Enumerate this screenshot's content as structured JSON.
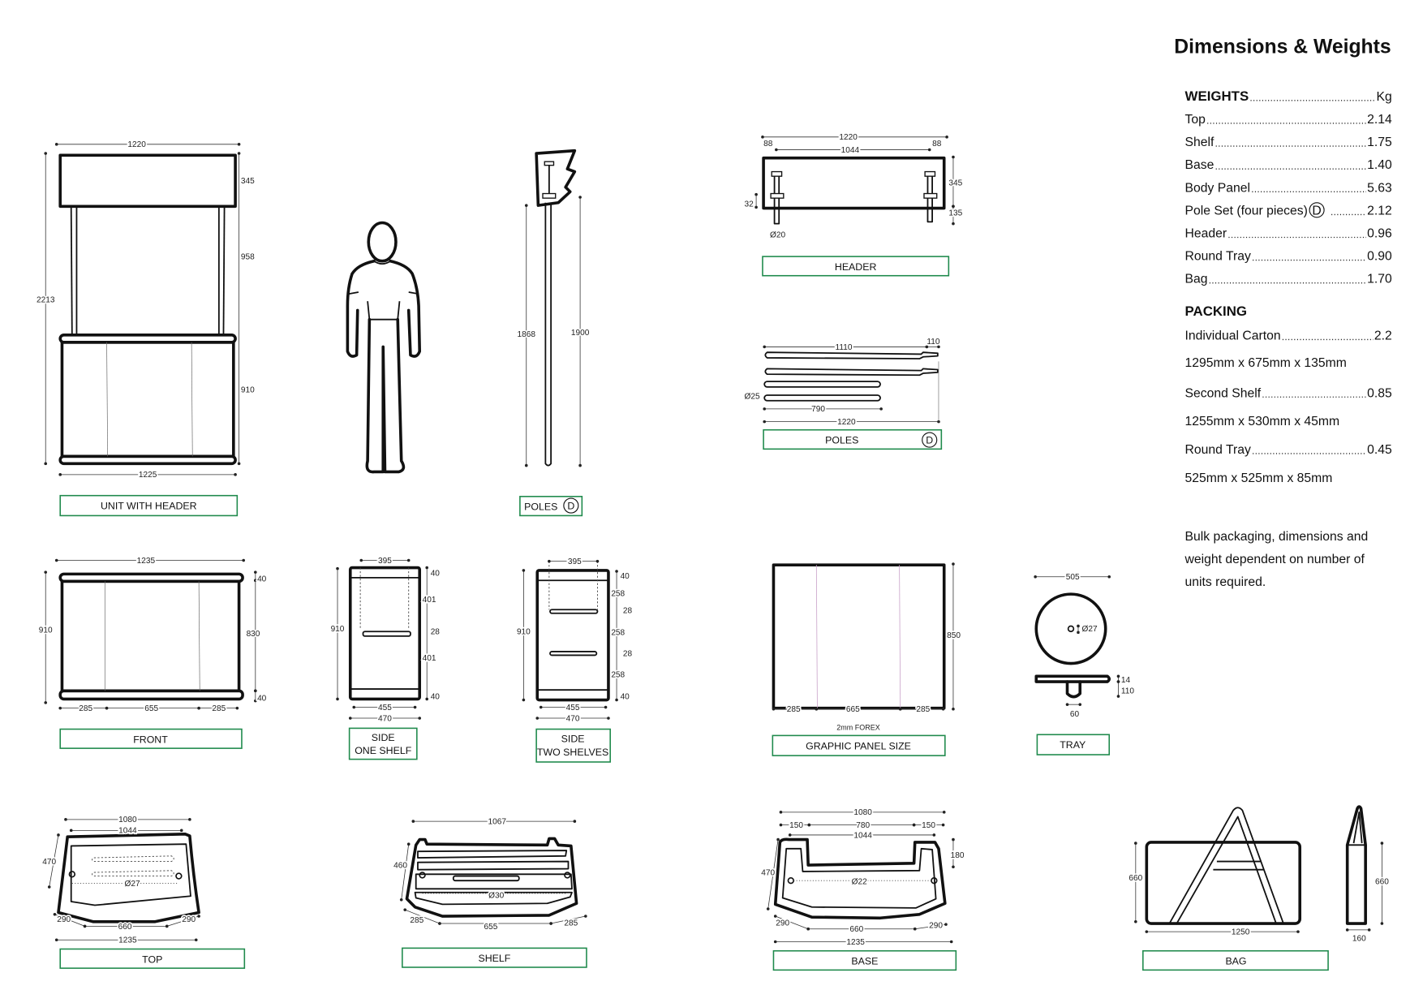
{
  "title": "Dimensions & Weights",
  "weights": {
    "heading": "WEIGHTS",
    "unit": "Kg",
    "rows": [
      {
        "label": "Top",
        "value": "2.14"
      },
      {
        "label": "Shelf",
        "value": "1.75"
      },
      {
        "label": "Base",
        "value": "1.40"
      },
      {
        "label": "Body Panel",
        "value": "5.63"
      },
      {
        "label": "Pole Set (four pieces)",
        "value": "2.12",
        "badge": "D"
      },
      {
        "label": "Header",
        "value": "0.96"
      },
      {
        "label": "Round Tray",
        "value": "0.90"
      },
      {
        "label": "Bag",
        "value": "1.70"
      }
    ]
  },
  "packing": {
    "heading": "PACKING",
    "items": [
      {
        "label": "Individual Carton",
        "value": "2.2",
        "size": "1295mm x 675mm x 135mm"
      },
      {
        "label": "Second Shelf",
        "value": "0.85",
        "size": "1255mm x 530mm x 45mm"
      },
      {
        "label": "Round Tray",
        "value": "0.45",
        "size": "525mm x 525mm x 85mm"
      }
    ],
    "note": [
      "Bulk packaging, dimensions and",
      "weight dependent on number of",
      "units required."
    ]
  },
  "drawings": {
    "unit": {
      "label": "UNIT WITH HEADER",
      "dims": [
        "1220",
        "2213",
        "345",
        "958",
        "910",
        "1225"
      ]
    },
    "poles_side": {
      "label": "POLES",
      "badge": "D",
      "dims": [
        "1868",
        "1900"
      ]
    },
    "header": {
      "label": "HEADER",
      "dims": [
        "1220",
        "88",
        "88",
        "1044",
        "345",
        "135",
        "32",
        "Ø20"
      ]
    },
    "poles": {
      "label": "POLES",
      "badge": "D",
      "dims": [
        "1110",
        "110",
        "Ø25",
        "790",
        "1220"
      ]
    },
    "front": {
      "label": "FRONT",
      "dims": [
        "1235",
        "910",
        "40",
        "830",
        "40",
        "285",
        "655",
        "285"
      ]
    },
    "side_one": {
      "label": [
        "SIDE",
        "ONE SHELF"
      ],
      "dims": [
        "395",
        "910",
        "40",
        "401",
        "28",
        "401",
        "40",
        "455",
        "470"
      ]
    },
    "side_two": {
      "label": [
        "SIDE",
        "TWO SHELVES"
      ],
      "dims": [
        "395",
        "910",
        "40",
        "258",
        "28",
        "258",
        "28",
        "258",
        "40",
        "455",
        "470"
      ]
    },
    "graphic": {
      "label": "GRAPHIC PANEL SIZE",
      "note": "2mm FOREX",
      "dims": [
        "850",
        "285",
        "665",
        "285"
      ]
    },
    "tray": {
      "label": "TRAY",
      "dims": [
        "505",
        "Ø27",
        "14",
        "110",
        "60"
      ]
    },
    "top": {
      "label": "TOP",
      "dims": [
        "1080",
        "1044",
        "470",
        "Ø27",
        "290",
        "660",
        "290",
        "1235"
      ]
    },
    "shelf": {
      "label": "SHELF",
      "dims": [
        "1067",
        "460",
        "Ø30",
        "285",
        "655",
        "285"
      ]
    },
    "base": {
      "label": "BASE",
      "dims": [
        "1080",
        "150",
        "780",
        "150",
        "1044",
        "180",
        "470",
        "Ø22",
        "290",
        "660",
        "290",
        "1235"
      ]
    },
    "bag": {
      "label": "BAG",
      "dims": [
        "660",
        "1250",
        "660",
        "160"
      ]
    }
  },
  "colors": {
    "label_border": "#1f8a4c",
    "ink": "#111111"
  }
}
